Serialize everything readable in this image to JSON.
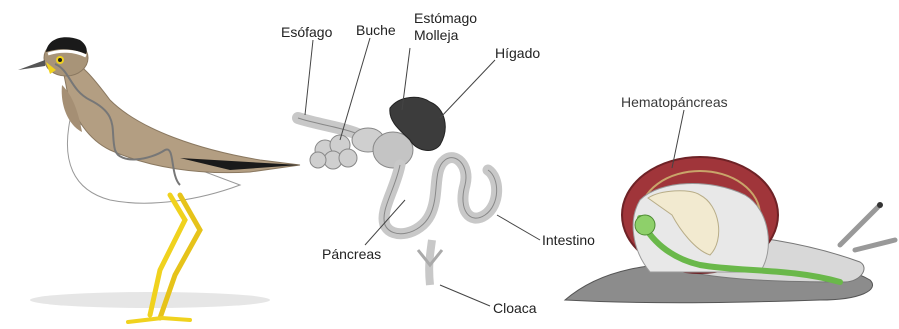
{
  "diagram": {
    "labels": {
      "esofago": "Esófago",
      "buche": "Buche",
      "estomago": "Estómago",
      "molleja": "Molleja",
      "higado": "Hígado",
      "pancreas": "Páncreas",
      "intestino": "Intestino",
      "cloaca": "Cloaca",
      "hematopancreas": "Hematopáncreas"
    },
    "colors": {
      "bird_back": "#b39e82",
      "bird_belly": "#ffffff",
      "bird_head_cap": "#1a1a1a",
      "bird_legs": "#f0d21e",
      "organs_gray": "#c8c8c8",
      "liver_dark": "#3c3c3c",
      "snail_shell_red": "#a0353a",
      "snail_organ_green": "#6ab84a",
      "snail_body": "#8c8c8c"
    }
  }
}
